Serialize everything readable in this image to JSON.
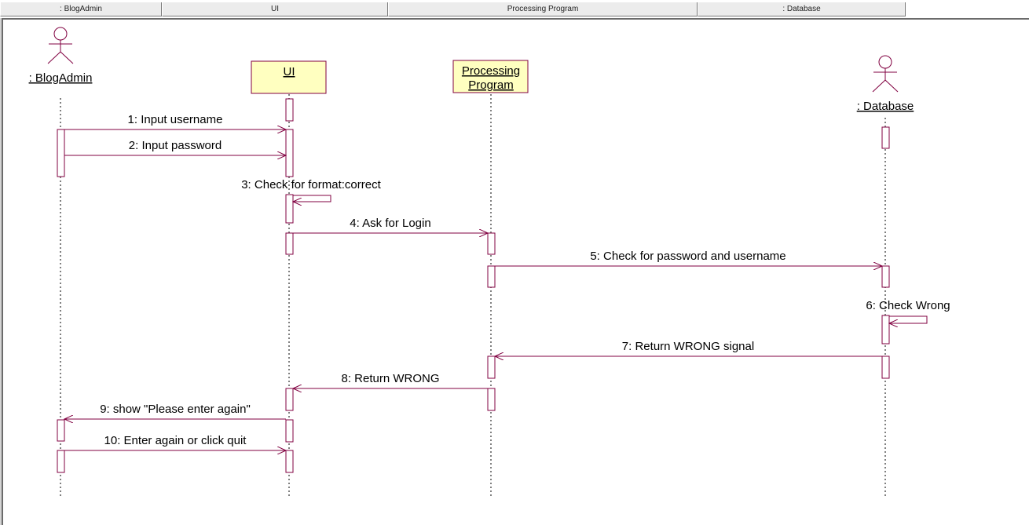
{
  "column_headers": [
    ": BlogAdmin",
    "UI",
    "Processing Program",
    ": Database"
  ],
  "colors": {
    "line": "#800040",
    "object_fill": "#ffffc0",
    "activation_fill": "#ffffff"
  },
  "participants": [
    {
      "id": "blogadmin",
      "label": ": BlogAdmin",
      "kind": "actor"
    },
    {
      "id": "ui",
      "label": "UI",
      "kind": "object"
    },
    {
      "id": "proc",
      "label": "Processing Program",
      "label_lines": [
        "Processing",
        "Program"
      ],
      "kind": "object"
    },
    {
      "id": "db",
      "label": ": Database",
      "kind": "actor"
    }
  ],
  "messages": [
    {
      "num": 1,
      "label": "1: Input username",
      "from": "blogadmin",
      "to": "ui"
    },
    {
      "num": 2,
      "label": "2: Input password",
      "from": "blogadmin",
      "to": "ui"
    },
    {
      "num": 3,
      "label": "3: Check for format:correct",
      "from": "ui",
      "to": "ui"
    },
    {
      "num": 4,
      "label": "4: Ask for Login",
      "from": "ui",
      "to": "proc"
    },
    {
      "num": 5,
      "label": "5: Check for password and username",
      "from": "proc",
      "to": "db"
    },
    {
      "num": 6,
      "label": "6: Check Wrong",
      "from": "db",
      "to": "db"
    },
    {
      "num": 7,
      "label": "7: Return WRONG signal",
      "from": "db",
      "to": "proc"
    },
    {
      "num": 8,
      "label": "8: Return WRONG",
      "from": "proc",
      "to": "ui"
    },
    {
      "num": 9,
      "label": "9: show \"Please enter again\"",
      "from": "ui",
      "to": "blogadmin"
    },
    {
      "num": 10,
      "label": "10: Enter again or click quit",
      "from": "blogadmin",
      "to": "ui"
    }
  ]
}
